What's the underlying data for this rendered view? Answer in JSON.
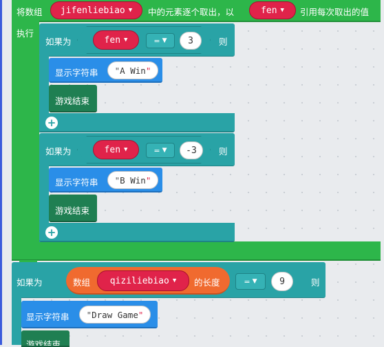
{
  "for_each": {
    "label_prefix": "将数组",
    "array_var": "jifenliebiao",
    "label_mid": "中的元素逐个取出，以",
    "item_var": "fen",
    "label_suffix": "引用每次取出的值",
    "do_label": "执行"
  },
  "if1": {
    "if_label": "如果为",
    "var": "fen",
    "op": "=",
    "value": "3",
    "then_label": "则",
    "show_label": "显示字符串",
    "show_text": "A Win",
    "end_label": "游戏结束"
  },
  "if2": {
    "if_label": "如果为",
    "var": "fen",
    "op": "=",
    "value": "-3",
    "then_label": "则",
    "show_label": "显示字符串",
    "show_text": "B Win",
    "end_label": "游戏结束"
  },
  "if3": {
    "if_label": "如果为",
    "array_label": "数组",
    "array_var": "qiziliebiao",
    "length_label": "的长度",
    "op": "=",
    "value": "9",
    "then_label": "则",
    "show_label": "显示字符串",
    "show_text": "Draw Game",
    "end_label": "游戏结束"
  },
  "colors": {
    "loop": "#2db64a",
    "logic": "#29a3a6",
    "basic": "#2a8ee8",
    "game": "#1f7f52",
    "variable": "#e0234a",
    "array": "#f06a2f"
  }
}
